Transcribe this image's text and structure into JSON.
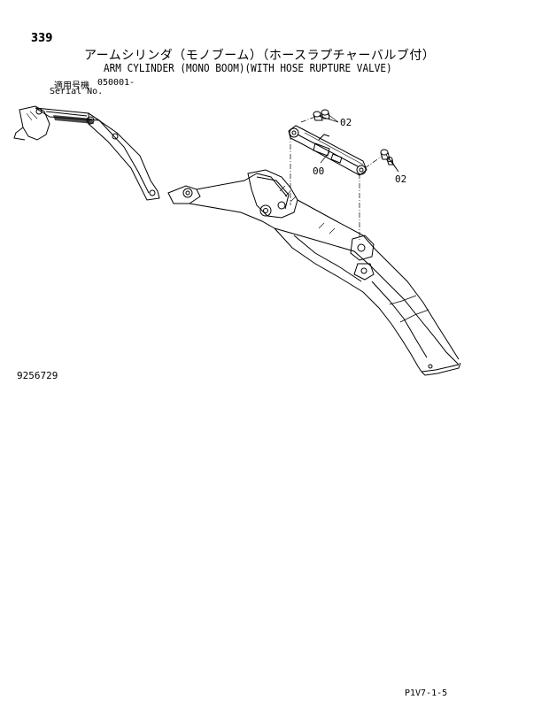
{
  "header": {
    "page_number": "339",
    "title_jp": "アームシリンダ（モノブーム）（ホースラプチャーバルブ付）",
    "title_en": "ARM CYLINDER (MONO BOOM)(WITH HOSE RUPTURE VALVE)",
    "serial_label_jp": "適用号機",
    "serial_label_en": "Serial No.",
    "serial_value": "050001-"
  },
  "diagram": {
    "callouts": [
      {
        "id": "part-00",
        "label": "00"
      },
      {
        "id": "part-02-upper",
        "label": "02"
      },
      {
        "id": "part-02-right",
        "label": "02"
      }
    ]
  },
  "footer": {
    "drawing_number": "9256729",
    "page_code": "P1V7-1-5"
  }
}
